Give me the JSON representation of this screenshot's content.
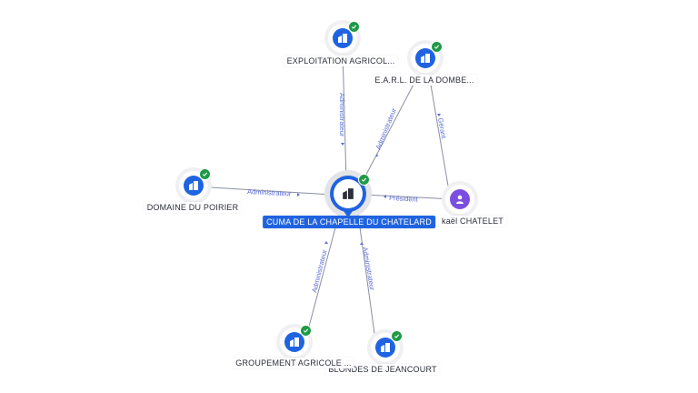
{
  "nodes": {
    "center": {
      "label": "CUMA DE LA CHAPELLE DU CHATELARD",
      "icon": "building-icon"
    },
    "exploitation": {
      "label": "EXPLOITATION AGRICOL...",
      "icon": "building-icon"
    },
    "earl": {
      "label": "E.A.R.L. DE LA DOMBE...",
      "icon": "building-icon"
    },
    "domaine": {
      "label": "DOMAINE DU POIRIER",
      "icon": "building-icon"
    },
    "person": {
      "label": "kaël CHATELET",
      "icon": "person-icon"
    },
    "groupement": {
      "label": "GROUPEMENT AGRICOLE ...",
      "icon": "building-icon"
    },
    "blondes": {
      "label": "BLONDES DE JEANCOURT",
      "icon": "building-icon"
    }
  },
  "edges": {
    "exploitation": "Administrateur",
    "earl": "Administrateur",
    "domaine": "Administrateur",
    "person": "Président",
    "earl_person": "Gérant",
    "groupement": "Administrateur",
    "blondes": "Administrateur"
  },
  "colors": {
    "company": "#1f63e0",
    "person": "#7a4fe0",
    "verified": "#1e9a47",
    "edge_label": "#5a6bd8"
  }
}
